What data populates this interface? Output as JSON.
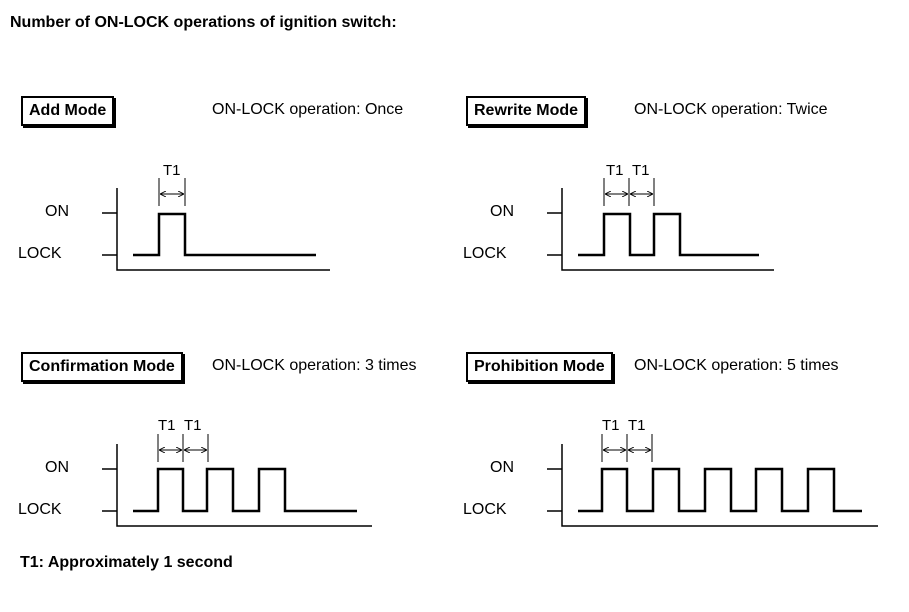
{
  "title": "Number of ON-LOCK operations of ignition switch:",
  "footnote": "T1: Approximately 1 second",
  "labels": {
    "on": "ON",
    "lock": "LOCK",
    "t1": "T1"
  },
  "modes": [
    {
      "name": "Add Mode",
      "operation": "ON-LOCK operation: Once",
      "pulses": 1
    },
    {
      "name": "Rewrite Mode",
      "operation": "ON-LOCK operation: Twice",
      "pulses": 2
    },
    {
      "name": "Confirmation Mode",
      "operation": "ON-LOCK operation: 3 times",
      "pulses": 3
    },
    {
      "name": "Prohibition Mode",
      "operation": "ON-LOCK operation: 5 times",
      "pulses": 5
    }
  ]
}
